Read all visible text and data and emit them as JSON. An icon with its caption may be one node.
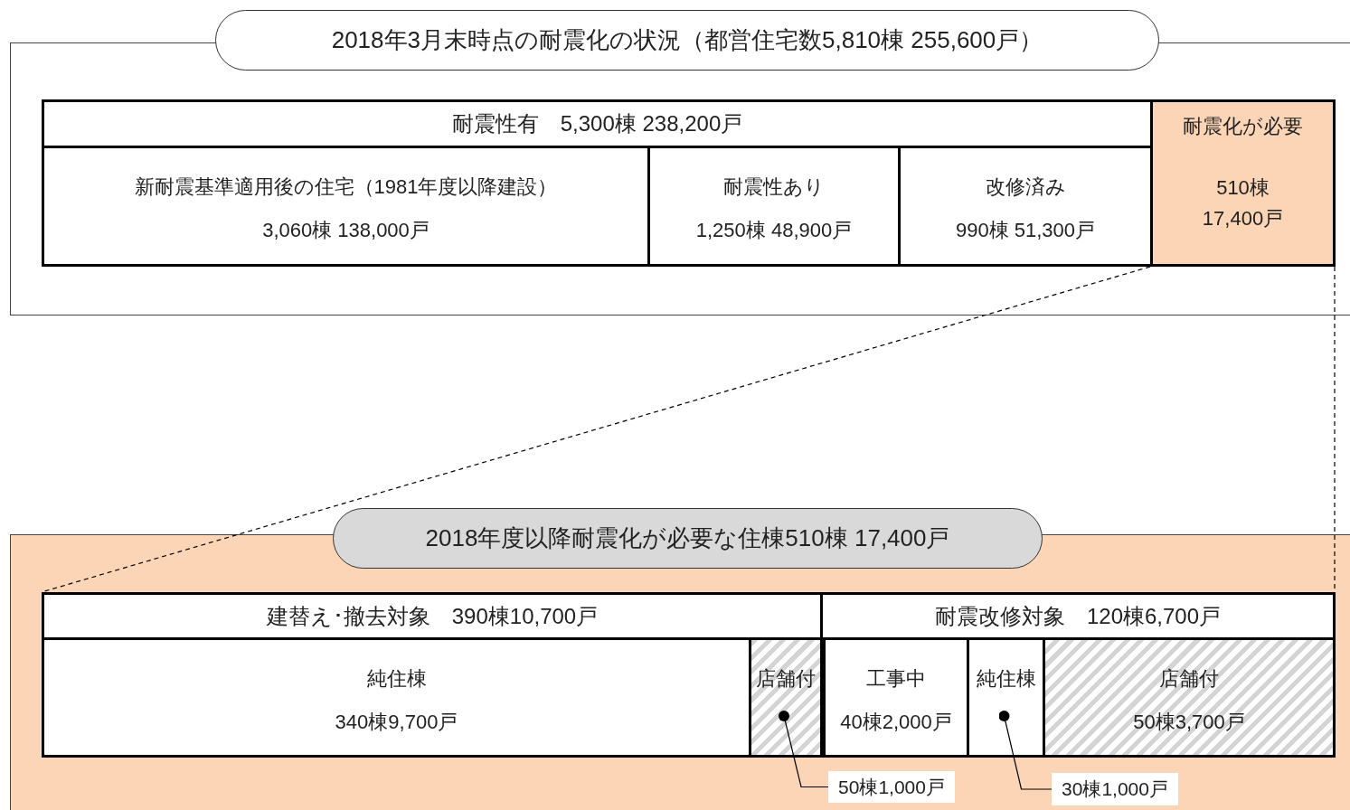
{
  "diagram": {
    "nodes": [
      {
        "text": [
          "2018年3月末時点の耐震化の状況（都営住宅数5,810棟 255,600戸）"
        ]
      },
      {
        "text": [
          "耐震性有　5,300棟 238,200戸"
        ],
        "in": 0
      },
      {
        "text": [
          "新耐震基準適用後の住宅（1981年度以降建設）",
          "3,060棟 138,000戸"
        ],
        "in": 0
      },
      {
        "text": [
          "耐震性あり",
          "1,250棟 48,900戸"
        ],
        "in": 0
      },
      {
        "text": [
          "改修済み",
          "990棟 51,300戸"
        ],
        "in": 0
      },
      {
        "text": [
          "耐震化が必要",
          "510棟 17,400戸"
        ],
        "in": 0
      },
      {
        "text": [
          "2018年度以降耐震化が必要な住棟510棟 17,400戸"
        ]
      },
      {
        "text": [
          "建替え･撤去対象　390棟10,700戸"
        ],
        "in": 6
      },
      {
        "text": [
          "純住棟",
          "340棟9,700戸"
        ],
        "in": 6
      },
      {
        "text": [
          "店舗付"
        ],
        "in": 6
      },
      {
        "text": [
          "耐震改修対象　120棟6,700戸"
        ],
        "in": 6
      },
      {
        "text": [
          "工事中",
          "40棟2,000戸"
        ],
        "in": 6
      },
      {
        "text": [
          "純住棟"
        ],
        "in": 6
      },
      {
        "text": [
          "店舗付",
          "50棟3,700戸"
        ],
        "in": 6
      },
      {
        "text": [
          "50棟1,000戸"
        ],
        "in": 6
      },
      {
        "text": [
          "30棟1,000戸"
        ],
        "in": 6
      }
    ],
    "edges": [
      {
        "from": 5,
        "to": 7,
        "arrow": "none",
        "style": "dashed"
      },
      {
        "from": 5,
        "to": 10,
        "arrow": "none",
        "style": "dashed"
      },
      {
        "from": 14,
        "to": 9,
        "arrow": "other"
      },
      {
        "from": 15,
        "to": 12,
        "arrow": "other"
      }
    ]
  }
}
